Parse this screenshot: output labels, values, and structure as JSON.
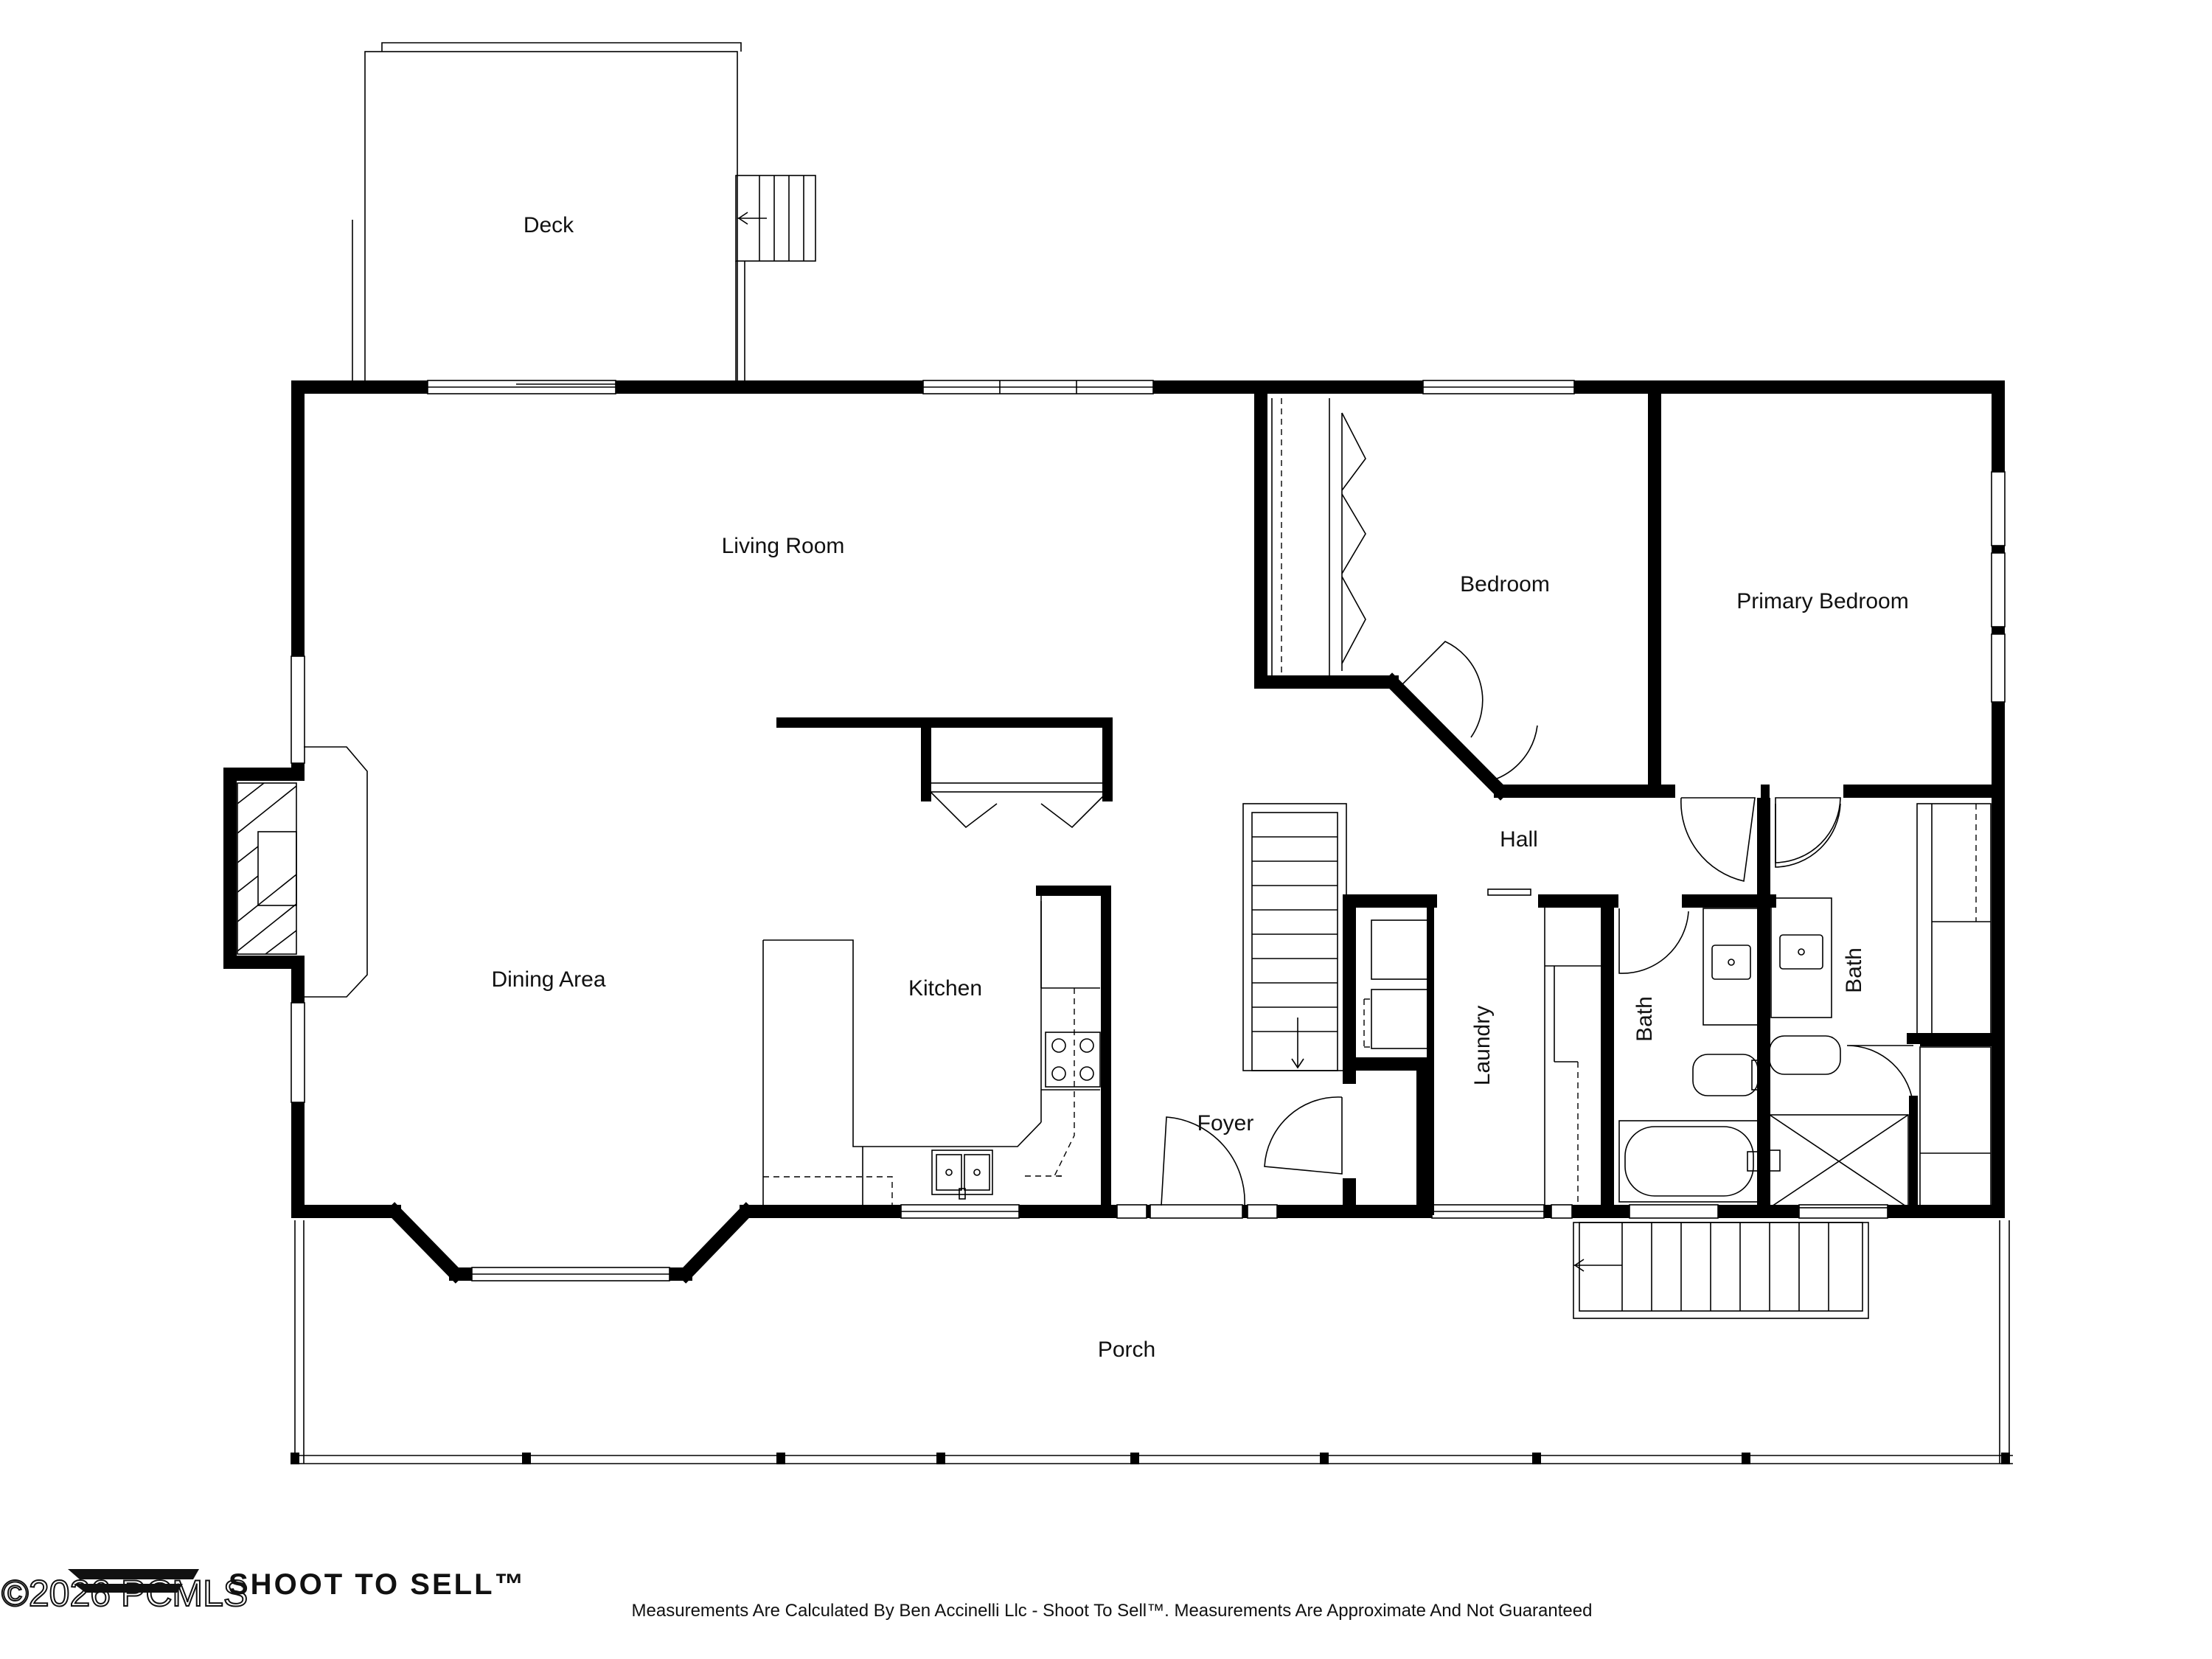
{
  "plan": {
    "rooms": {
      "deck": "Deck",
      "living_room": "Living Room",
      "bedroom": "Bedroom",
      "primary_bedroom": "Primary Bedroom",
      "dining_area": "Dining Area",
      "kitchen": "Kitchen",
      "hall": "Hall",
      "foyer": "Foyer",
      "laundry": "Laundry",
      "bath_1": "Bath",
      "bath_2": "Bath",
      "porch": "Porch"
    }
  },
  "footer": {
    "logo": "SHOOT TO SELL™",
    "copyright": "©2026 PCMLS",
    "note": "Measurements Are Calculated By Ben Accinelli Llc - Shoot To Sell™. Measurements Are Approximate And Not Guaranteed"
  },
  "colors": {
    "wall": "#000000",
    "background": "#ffffff"
  }
}
